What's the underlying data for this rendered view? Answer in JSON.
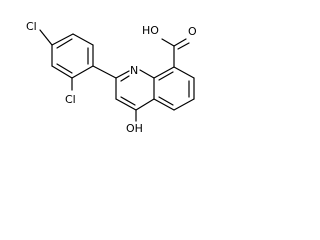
{
  "molecule": {
    "labels": {
      "chlorine_para": "Cl",
      "chlorine_ortho": "Cl",
      "nitrogen": "N",
      "hydroxyl": "OH",
      "carboxyl_oh": "HO",
      "carbonyl_o": "O"
    }
  }
}
